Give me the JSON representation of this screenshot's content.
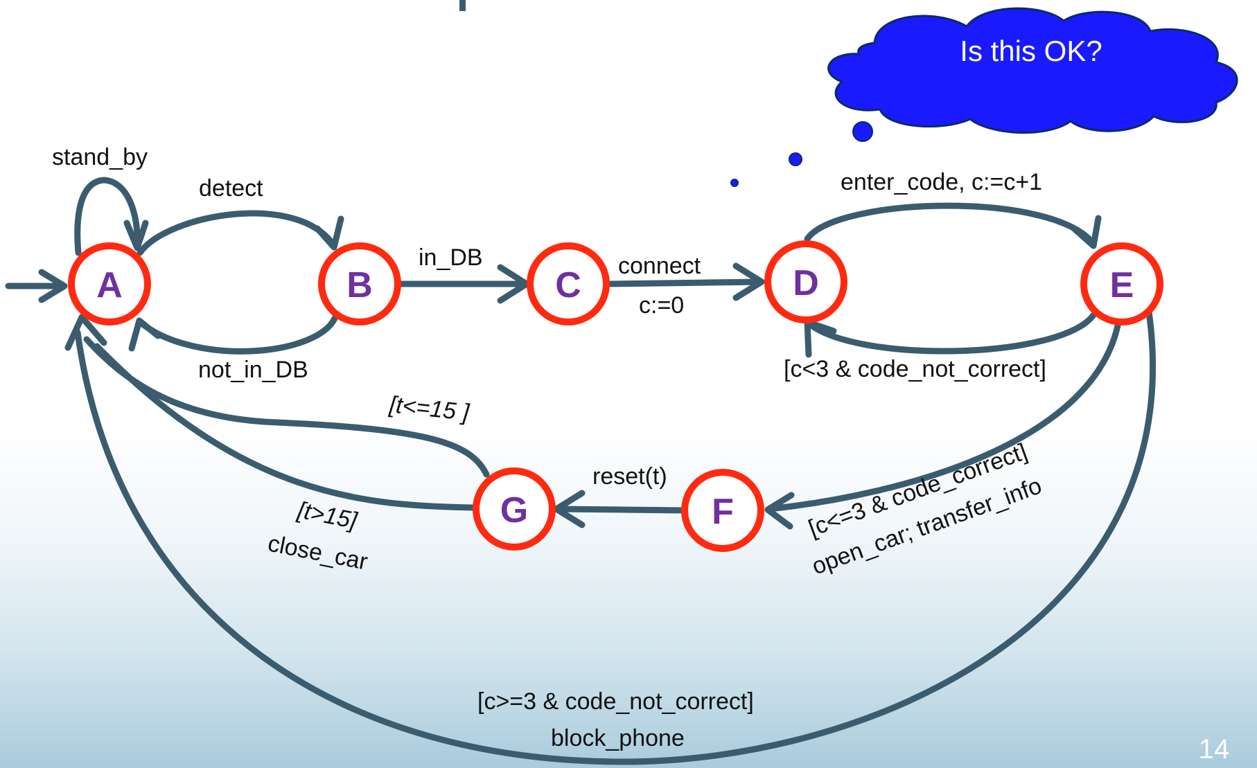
{
  "states": [
    {
      "id": "A",
      "label": "A"
    },
    {
      "id": "B",
      "label": "B"
    },
    {
      "id": "C",
      "label": "C"
    },
    {
      "id": "D",
      "label": "D"
    },
    {
      "id": "E",
      "label": "E"
    },
    {
      "id": "F",
      "label": "F"
    },
    {
      "id": "G",
      "label": "G"
    }
  ],
  "transitions": {
    "stand_by": "stand_by",
    "detect": "detect",
    "not_in_db": "not_in_DB",
    "in_db": "in_DB",
    "connect": "connect",
    "connect_reset": "c:=0",
    "enter_code": "enter_code, c:=c+1",
    "retry_guard": "[c<3 & code_not_correct]",
    "correct_guard": "[c<=3 & code_correct]",
    "correct_action": "open_car; transfer_info",
    "reset": "reset(t)",
    "g_to_a_guard": "[t<=15 ]",
    "close_guard": "[t>15]",
    "close_action": "close_car",
    "block_guard": "[c>=3 & code_not_correct]",
    "block_action": "block_phone"
  },
  "thought_bubble": {
    "text": "Is this OK?",
    "color": "#1a1aff"
  },
  "page_number": "14",
  "colors": {
    "edge": "#3b5c6e",
    "state_border": "#ff2a10",
    "state_letter": "#7030a0"
  }
}
